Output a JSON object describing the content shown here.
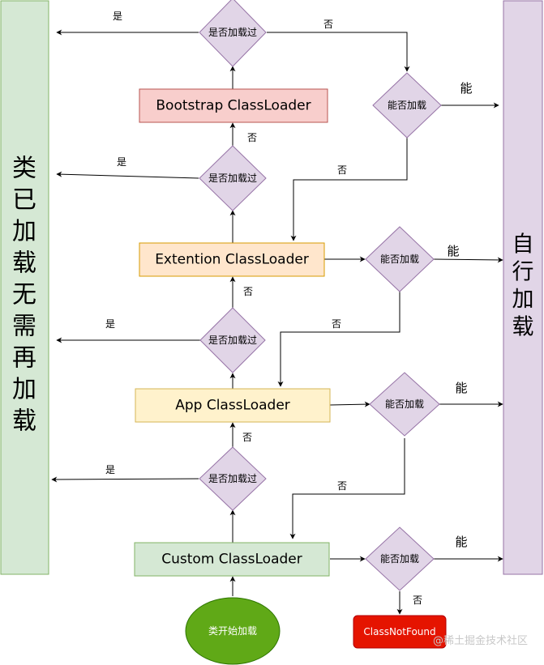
{
  "left_panel": {
    "label": "类已加载无需再加载",
    "fill": "#d5e8d4",
    "stroke": "#82b366"
  },
  "right_panel": {
    "label": "自行加载",
    "fill": "#e1d5e7",
    "stroke": "#9673a6"
  },
  "loaders": {
    "bootstrap": {
      "label": "Bootstrap ClassLoader",
      "fill": "#f8cecc",
      "stroke": "#b85450"
    },
    "extention": {
      "label": "Extention ClassLoader",
      "fill": "#ffe6cc",
      "stroke": "#d79b00"
    },
    "app": {
      "label": "App ClassLoader",
      "fill": "#fff2cc",
      "stroke": "#d6b656"
    },
    "custom": {
      "label": "Custom ClassLoader",
      "fill": "#d5e8d4",
      "stroke": "#82b366"
    }
  },
  "decisions": {
    "loaded_check": "是否加载过",
    "can_load": "能否加载",
    "fill": "#e1d5e7",
    "stroke": "#9673a6"
  },
  "edge_labels": {
    "yes": "是",
    "no": "否",
    "can": "能"
  },
  "start": {
    "label": "类开始加载",
    "fill": "#60a917",
    "stroke": "#2d7600"
  },
  "end": {
    "label": "ClassNotFound",
    "fill": "#e51400",
    "stroke": "#b20000"
  },
  "watermark": "@稀土掘金技术社区"
}
